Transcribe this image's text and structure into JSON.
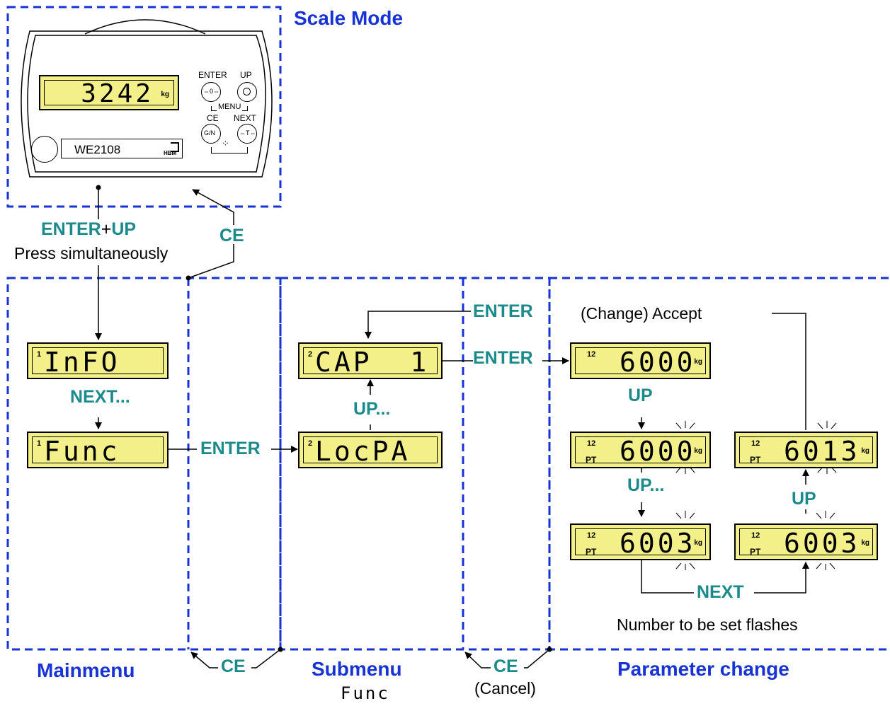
{
  "colors": {
    "accent": "#1a8a8a",
    "title": "#1733d6",
    "lcd": "#f3f08a",
    "frame": "#1733d6"
  },
  "titles": {
    "scale_mode": "Scale Mode",
    "mainmenu": "Mainmenu",
    "submenu": "Submenu",
    "submenu_sub": "Func",
    "param_change": "Parameter change"
  },
  "device": {
    "display_value": "3242",
    "unit": "kg",
    "model": "WE2108",
    "logo": "HBM",
    "buttons": {
      "enter_label": "ENTER",
      "enter_symbol": "⇔0⇔",
      "up_label": "UP",
      "menu_label": "MENU",
      "ce_label": "CE",
      "ce_symbol": "G/N",
      "next_label": "NEXT",
      "next_symbol": "⇔T⇔"
    }
  },
  "arrows": {
    "enter_up_a": "ENTER",
    "enter_up_plus": "+",
    "enter_up_b": "UP",
    "press_sim": "Press simultaneously",
    "ce_top": "CE",
    "next_main": "NEXT...",
    "enter_main_sub": "ENTER",
    "enter_loop": "ENTER",
    "enter_to_param": "ENTER",
    "up_sub": "UP...",
    "up_param1": "UP",
    "up_param2": "UP...",
    "up_param3": "UP",
    "next_param": "NEXT",
    "ce_main": "CE",
    "ce_param": "CE",
    "cancel": "(Cancel)",
    "accept": "(Change) Accept",
    "flash_note": "Number to be set flashes"
  },
  "displays": {
    "info": {
      "sup": "1",
      "text": "InFO"
    },
    "func": {
      "sup": "1",
      "text": "Func"
    },
    "cap": {
      "sup": "2",
      "text": "CAP  1"
    },
    "locpa": {
      "sup": "2",
      "text": "LocPA"
    },
    "p1": {
      "sup": "12",
      "text": "6000",
      "unit": "kg"
    },
    "p2": {
      "sup": "12",
      "pt": "PT",
      "text": "6000",
      "unit": "kg"
    },
    "p3": {
      "sup": "12",
      "pt": "PT",
      "text": "6003",
      "unit": "kg"
    },
    "p4": {
      "sup": "12",
      "pt": "PT",
      "text": "6003",
      "unit": "kg"
    },
    "p5": {
      "sup": "12",
      "pt": "PT",
      "text": "6013",
      "unit": "kg"
    }
  }
}
